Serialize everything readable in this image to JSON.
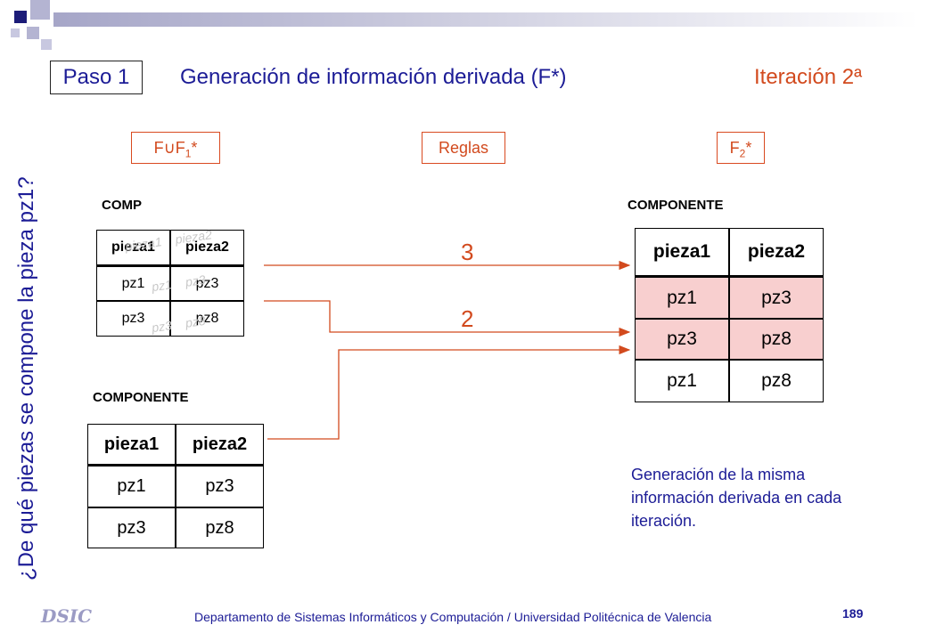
{
  "header": {
    "step": "Paso 1",
    "title": "Generación de información derivada (F*)",
    "iteration": "Iteración 2ª"
  },
  "question": "¿De qué piezas se compone la pieza pz1?",
  "labels": {
    "left_main": "F",
    "left_union": "∪F",
    "left_sub": "1",
    "left_star": "*",
    "middle": "Reglas",
    "right_main": "F",
    "right_sub": "2",
    "right_star": "*"
  },
  "tables": {
    "comp": {
      "name": "COMP",
      "headers": [
        "pieza1",
        "pieza2"
      ],
      "rows": [
        [
          "pz1",
          "pz3"
        ],
        [
          "pz3",
          "pz8"
        ]
      ]
    },
    "componente_left": {
      "name": "COMPONENTE",
      "headers": [
        "pieza1",
        "pieza2"
      ],
      "rows": [
        [
          "pz1",
          "pz3"
        ],
        [
          "pz3",
          "pz8"
        ]
      ]
    },
    "componente_right": {
      "name": "COMPONENTE",
      "headers": [
        "pieza1",
        "pieza2"
      ],
      "rows": [
        [
          "pz1",
          "pz3"
        ],
        [
          "pz3",
          "pz8"
        ],
        [
          "pz1",
          "pz8"
        ]
      ]
    }
  },
  "arrows": {
    "rule_a": "3",
    "rule_b": "2"
  },
  "note": "Generación de la misma información derivada en cada iteración.",
  "footer": {
    "text": "Departamento de Sistemas Informáticos y Computación / Universidad Politécnica de Valencia",
    "page": "189",
    "logo": "DSIC"
  },
  "colors": {
    "title_blue": "#1c1c96",
    "accent_red": "#d24a1e",
    "highlight_pink": "#f8cfcf"
  }
}
